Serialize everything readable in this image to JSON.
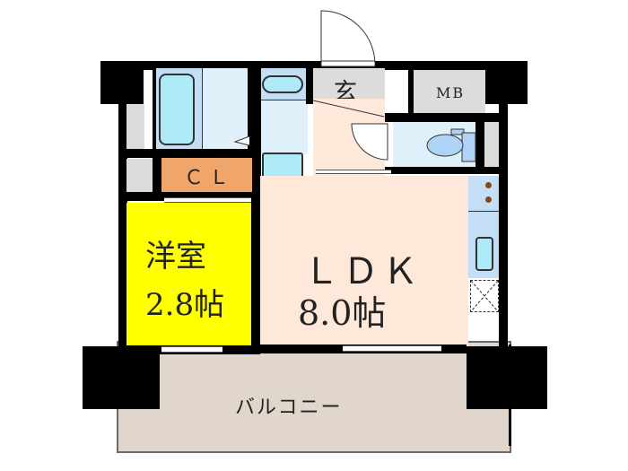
{
  "floorplan": {
    "rooms": {
      "western_room": {
        "name": "洋室",
        "size": "2.8帖",
        "color": "#ffff00"
      },
      "ldk": {
        "name": "ＬＤＫ",
        "size": "8.0帖",
        "color": "#fde8da"
      },
      "closet": {
        "name": "ＣＬ",
        "color": "#f0a56a"
      },
      "entrance": {
        "name": "玄",
        "color": "#dcdcdc"
      },
      "meter_box": {
        "name": "MB",
        "color": "#dcdcdc"
      },
      "balcony": {
        "name": "バルコニー",
        "color": "#e0d6cc"
      }
    },
    "fixtures": [
      "bathtub",
      "washbasin",
      "washing-machine-pan",
      "toilet",
      "stove",
      "kitchen-sink",
      "refrigerator-space"
    ],
    "colors": {
      "wall": "#000000",
      "wet_area": "#dff0fb",
      "fixture_fill": "#aeeaf7",
      "fixture_bg": "#c4def5"
    }
  }
}
